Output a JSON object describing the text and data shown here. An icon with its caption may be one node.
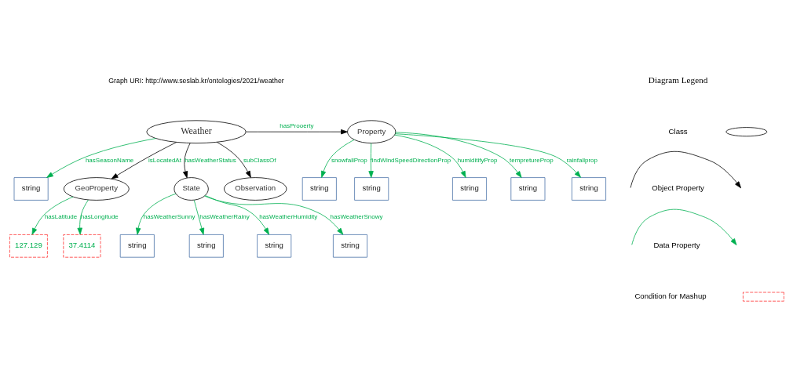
{
  "diagram": {
    "nodes": [
      {
        "text": [
          "Weather"
        ]
      },
      {
        "text": [
          "Property"
        ]
      },
      {
        "text": [
          "string"
        ]
      },
      {
        "text": [
          "GeoProperty"
        ]
      },
      {
        "text": [
          "State"
        ]
      },
      {
        "text": [
          "Observation"
        ]
      },
      {
        "text": [
          "string"
        ]
      },
      {
        "text": [
          "string"
        ]
      },
      {
        "text": [
          "string"
        ]
      },
      {
        "text": [
          "string"
        ]
      },
      {
        "text": [
          "string"
        ]
      },
      {
        "text": [
          "127.129"
        ]
      },
      {
        "text": [
          "37.4114"
        ]
      },
      {
        "text": [
          "string"
        ]
      },
      {
        "text": [
          "string"
        ]
      },
      {
        "text": [
          "string"
        ]
      },
      {
        "text": [
          "string"
        ]
      }
    ],
    "edges": [
      {
        "from": 0,
        "to": 1,
        "arrow": "to",
        "label": "hasProoerty",
        "color": "#000000"
      },
      {
        "from": 0,
        "to": 2,
        "arrow": "to",
        "label": "hasSeasonName"
      },
      {
        "from": 0,
        "to": 3,
        "arrow": "to",
        "label": "isLocatedAt",
        "color": "#000000"
      },
      {
        "from": 0,
        "to": 4,
        "arrow": "to",
        "label": "hasWeatherStatus",
        "color": "#000000"
      },
      {
        "from": 0,
        "to": 5,
        "arrow": "to",
        "label": "subClassOf",
        "color": "#000000"
      },
      {
        "from": 1,
        "to": 6,
        "arrow": "to",
        "label": "snowfallProp"
      },
      {
        "from": 1,
        "to": 7,
        "arrow": "to",
        "label": "findWindSpeedDirectionProp"
      },
      {
        "from": 1,
        "to": 8,
        "arrow": "to",
        "label": "humiditifyProp"
      },
      {
        "from": 1,
        "to": 9,
        "arrow": "to",
        "label": "tempretureProp"
      },
      {
        "from": 1,
        "to": 10,
        "arrow": "to",
        "label": "rainfallprop"
      },
      {
        "from": 3,
        "to": 11,
        "arrow": "to",
        "label": "hasLatitude"
      },
      {
        "from": 3,
        "to": 12,
        "arrow": "to",
        "label": "hasLongitude"
      },
      {
        "from": 4,
        "to": 13,
        "arrow": "to",
        "label": "hasWeatherSunny"
      },
      {
        "from": 4,
        "to": 14,
        "arrow": "to",
        "label": "hasWeatherRainy"
      },
      {
        "from": 4,
        "to": 15,
        "arrow": "to",
        "label": "hasWeatherHumidity"
      },
      {
        "from": 4,
        "to": 16,
        "arrow": "to",
        "label": "hasWeatherSnowy"
      }
    ],
    "labels": [
      "Graph URI: http://www.seslab.kr/ontologies/2021/weather",
      "Diagram Legend"
    ],
    "legend": [
      {
        "text": "Class"
      },
      {
        "text": "Object Property"
      },
      {
        "text": "Data Property"
      },
      {
        "text": "Condition for Mashup"
      }
    ]
  }
}
